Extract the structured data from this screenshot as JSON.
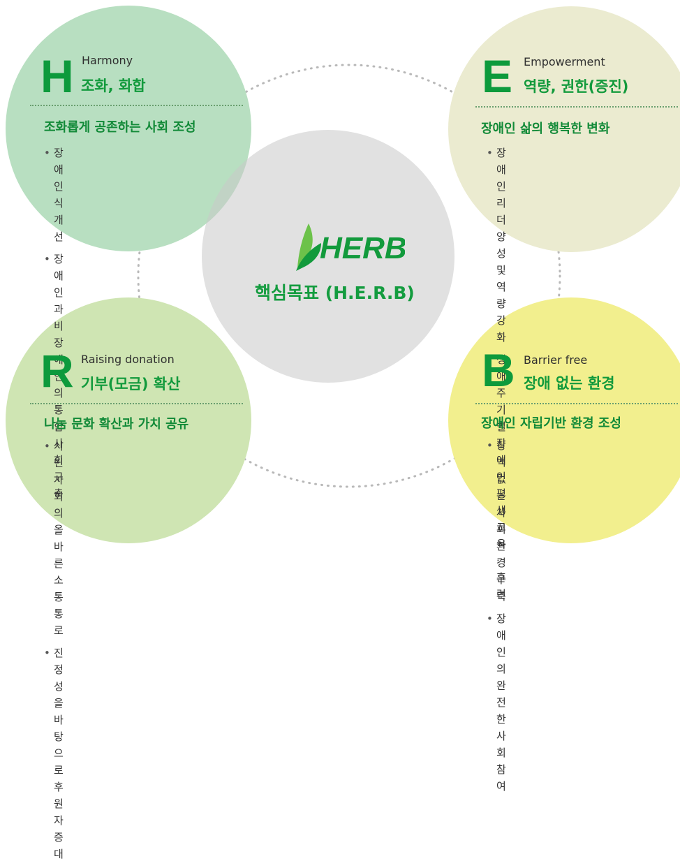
{
  "center": {
    "logo": "HERB",
    "title": "핵심목표 (H.E.R.B)"
  },
  "quadrants": {
    "h": {
      "letter": "H",
      "english": "Harmony",
      "korean": "조화, 화합",
      "subtitle": "조화롭게 공존하는 사회 조성",
      "bullets": [
        [
          "장애인식 개선"
        ],
        [
          "장애인과 비장애인의",
          "통합 사회 구축"
        ]
      ]
    },
    "e": {
      "letter": "E",
      "english": "Empowerment",
      "korean": "역량, 권한(증진)",
      "subtitle": "장애인 삶의 행복한 변화",
      "bullets": [
        [
          "장애인 리더 양성 및",
          "역량 강화"
        ],
        [
          "생애주기별 장애인 평생",
          "교육·훈련"
        ]
      ]
    },
    "r": {
      "letter": "R",
      "english": "Raising donation",
      "korean": "기부(모금) 확산",
      "subtitle": "나눔 문화 확산과 가치 공유",
      "bullets": [
        [
          "시민사회의",
          "올바른 소통 통로"
        ],
        [
          "진정성을 바탕으로",
          "후원자 증대"
        ]
      ]
    },
    "b": {
      "letter": "B",
      "english": "Barrier free",
      "korean": "장애 없는 환경",
      "subtitle": "장애인 자립기반 환경 조성",
      "bullets": [
        [
          "장벽 없는 사회 환경 구축"
        ],
        [
          "장애인의 완전한 사회 참여"
        ]
      ]
    }
  },
  "colors": {
    "h_circle": "#b8dfc1",
    "e_circle": "#ebebd0",
    "r_circle": "#cfe5b3",
    "b_circle": "#f2ef8e",
    "center_circle": "#c8c8c8",
    "accent_green": "#129a3c"
  }
}
